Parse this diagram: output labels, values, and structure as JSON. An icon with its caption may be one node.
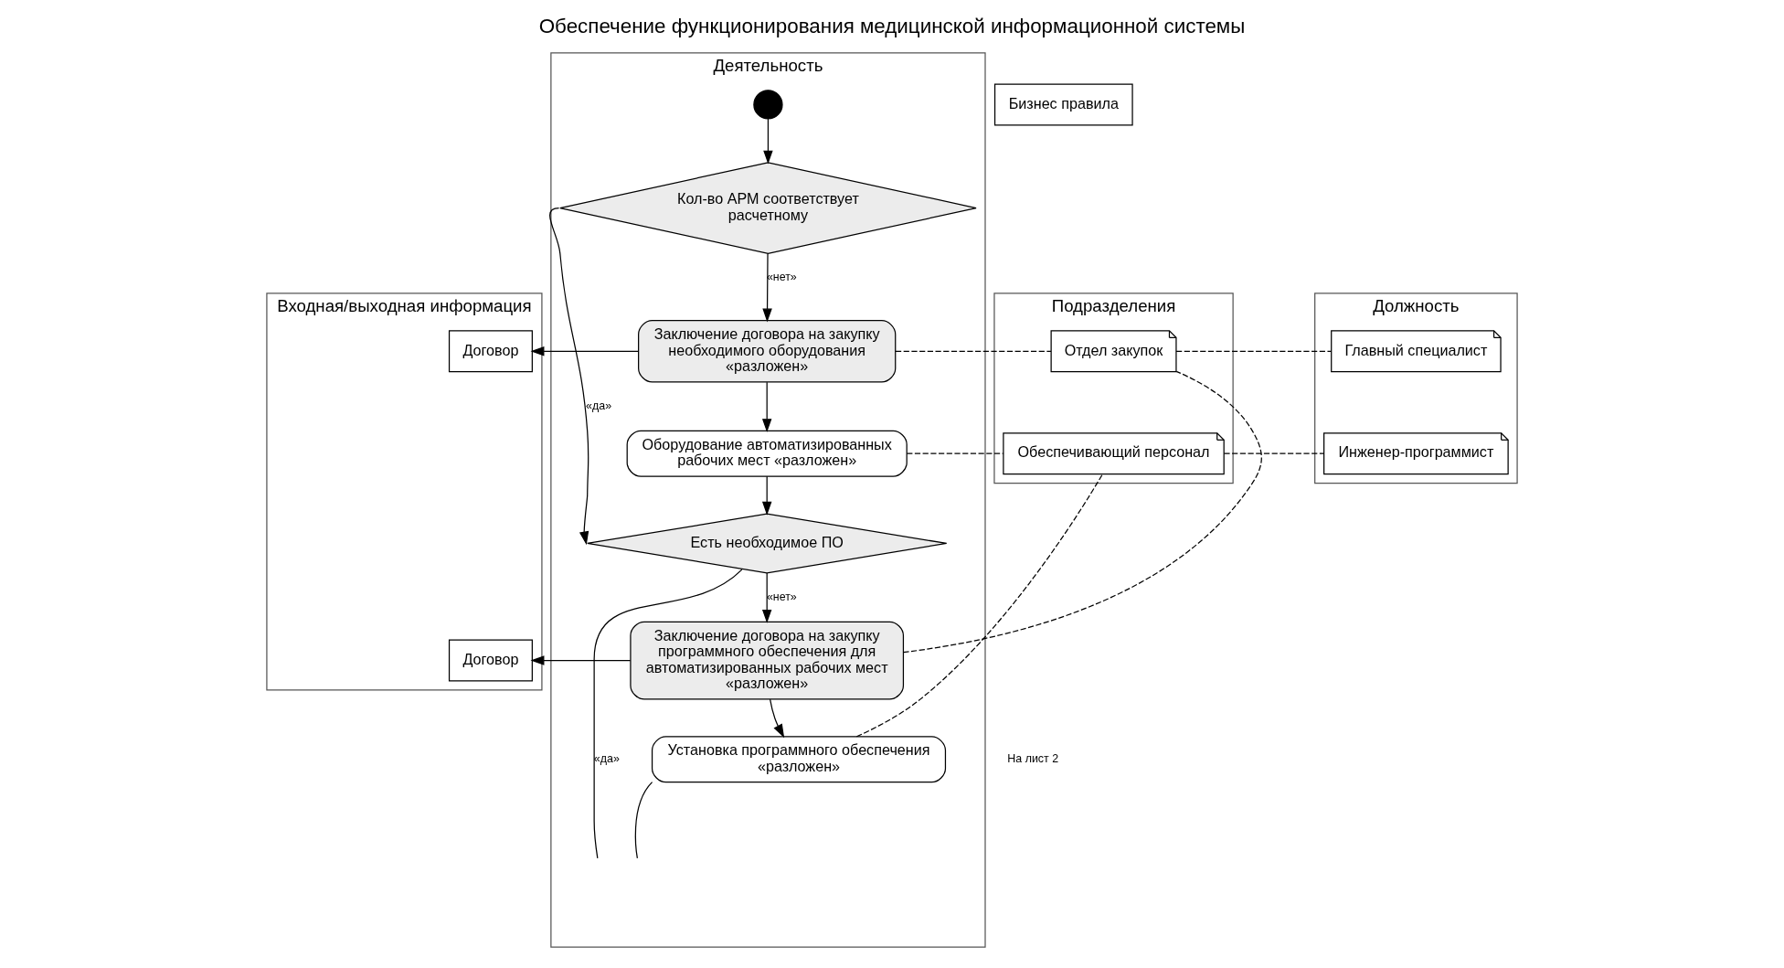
{
  "diagram": {
    "title": "Обеспечение функционирования медицинской информационной системы",
    "nodes": [
      {
        "text": [
          "Входная/выходная информация"
        ]
      },
      {
        "text": [
          "Деятельность"
        ]
      },
      {
        "text": [
          "Подразделения"
        ]
      },
      {
        "text": [
          "Должность"
        ]
      },
      {
        "text": [
          "Бизнес правила"
        ]
      },
      {
        "text": [],
        "shape": "circle",
        "in": 1
      },
      {
        "text": [
          "Кол-во АРМ соответствует расчетному"
        ],
        "in": 1
      },
      {
        "text": [
          "Заключение договора на закупку необходимого оборудования «разложен»"
        ],
        "in": 1
      },
      {
        "text": [
          "Оборудование автоматизированных рабочих мест «разложен»"
        ],
        "in": 1
      },
      {
        "text": [
          "Есть необходимое ПО"
        ],
        "in": 1
      },
      {
        "text": [
          "Заключение договора на закупку программного обеспечения для автоматизированных рабочих мест «разложен»"
        ],
        "in": 1
      },
      {
        "text": [
          "Установка программного обеспечения «разложен»"
        ],
        "in": 1
      },
      {
        "text": [
          "Договор"
        ],
        "in": 0
      },
      {
        "text": [
          "Договор"
        ],
        "in": 0
      },
      {
        "text": [
          "Отдел закупок"
        ],
        "in": 2
      },
      {
        "text": [
          "Обеспечивающий персонал"
        ],
        "in": 2
      },
      {
        "text": [
          "Главный специалист"
        ],
        "in": 3
      },
      {
        "text": [
          "Инженер-программист"
        ],
        "in": 3
      }
    ],
    "edges": [
      {
        "from": 5,
        "to": 6,
        "arrow": "to"
      },
      {
        "from": 6,
        "to": 7,
        "arrow": "to",
        "label": "«нет»"
      },
      {
        "from": 6,
        "to": 9,
        "arrow": "to",
        "label": "«да»"
      },
      {
        "from": 7,
        "to": 8,
        "arrow": "to"
      },
      {
        "from": 8,
        "to": 9,
        "arrow": "to"
      },
      {
        "from": 7,
        "to": 12,
        "arrow": "to"
      },
      {
        "from": 9,
        "to": 10,
        "arrow": "to",
        "label": "«нет»"
      },
      {
        "from": 9,
        "to": null,
        "arrow": "none",
        "label": "«да»"
      },
      {
        "from": 10,
        "to": 11,
        "arrow": "to"
      },
      {
        "from": 10,
        "to": 13,
        "arrow": "to"
      },
      {
        "from": 11,
        "to": null,
        "arrow": "none"
      },
      {
        "from": 7,
        "to": 14,
        "arrow": "none",
        "style": "dashed"
      },
      {
        "from": 10,
        "to": 14,
        "arrow": "none",
        "style": "dashed"
      },
      {
        "from": 8,
        "to": 15,
        "arrow": "none",
        "style": "dashed"
      },
      {
        "from": 11,
        "to": 15,
        "arrow": "none",
        "style": "dashed"
      },
      {
        "from": 14,
        "to": 16,
        "arrow": "none",
        "style": "dashed"
      },
      {
        "from": 15,
        "to": 17,
        "arrow": "none",
        "style": "dashed"
      }
    ],
    "labels": [
      "На лист 2"
    ]
  }
}
